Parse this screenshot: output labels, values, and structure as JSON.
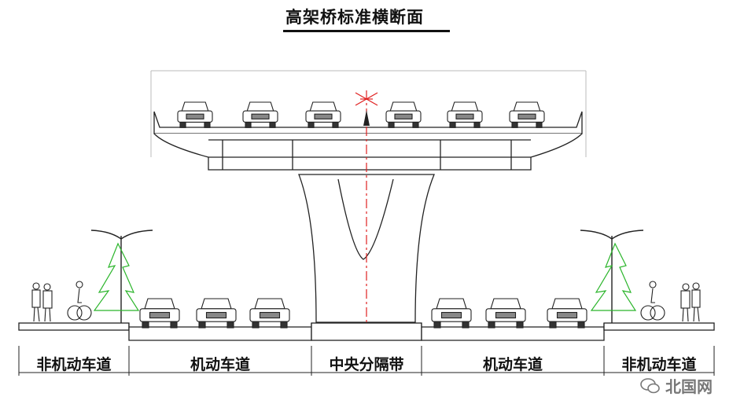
{
  "title": "高架桥标准横断面",
  "lanes": [
    {
      "label": "非机动车道"
    },
    {
      "label": "机动车道"
    },
    {
      "label": "中央分隔带"
    },
    {
      "label": "机动车道"
    },
    {
      "label": "非机动车道"
    }
  ],
  "watermark": {
    "text": "北国网",
    "icon": "wechat-icon"
  },
  "colors": {
    "line": "#222222",
    "centerline": "#e02020",
    "tree": "#2bb52b",
    "watermark": "#777777"
  }
}
